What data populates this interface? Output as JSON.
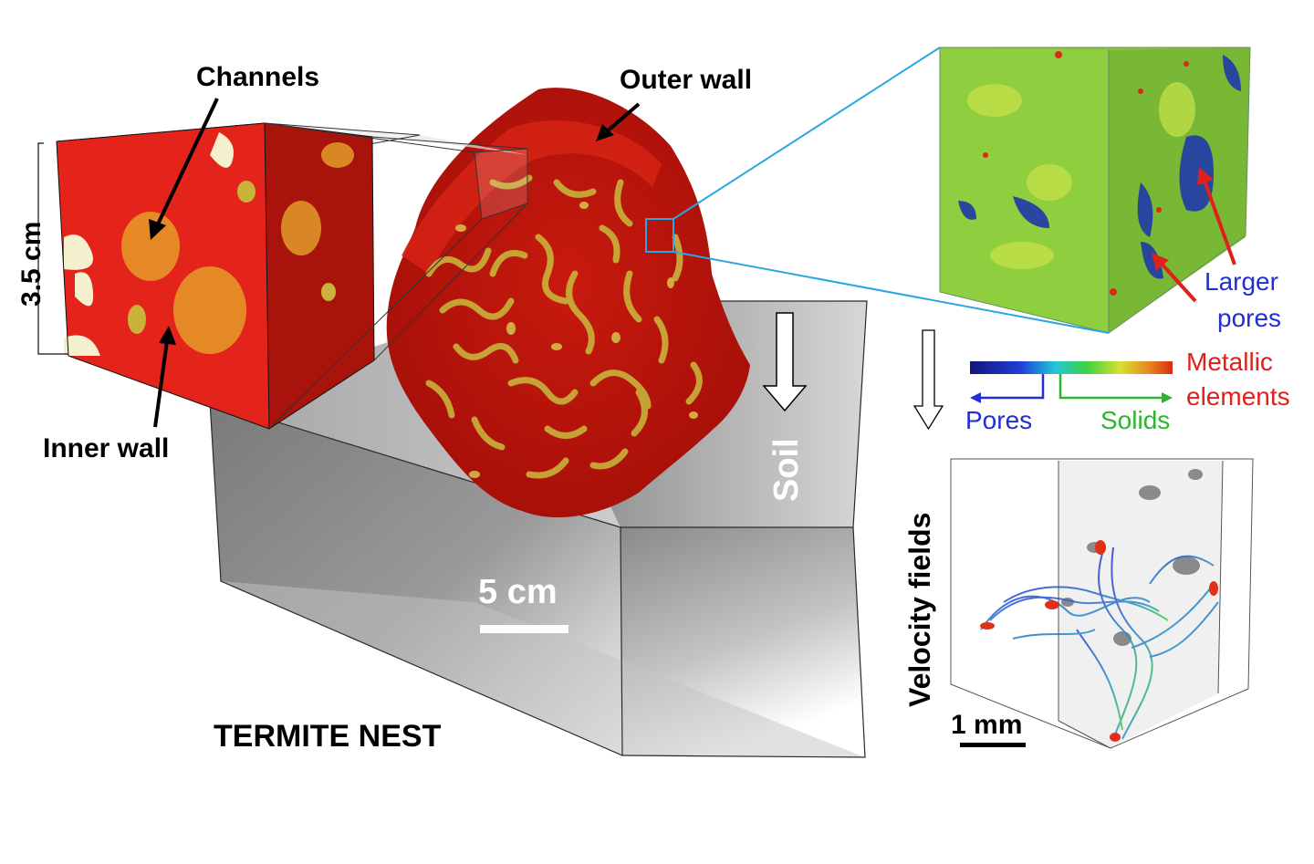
{
  "labels": {
    "channels": "Channels",
    "outer_wall": "Outer wall",
    "inner_wall": "Inner wall",
    "height_dim": "3.5 cm",
    "scale_main": "5 cm",
    "soil": "Soil",
    "title": "TERMITE NEST",
    "larger_pores_1": "Larger",
    "larger_pores_2": "pores",
    "metallic_1": "Metallic",
    "metallic_2": "elements",
    "pores": "Pores",
    "solids": "Solids",
    "velocity_fields": "Velocity fields",
    "scale_micro": "1 mm"
  },
  "colors": {
    "nest_red": "#d41f10",
    "dark_red": "#9c0e08",
    "channel_yellow": "#c9b23a",
    "cube_green": "#8ccd3a",
    "pore_blue": "#1f3aa8",
    "pores_label": "#1f2fd0",
    "solids_label": "#2db52d",
    "metal_label": "#e0201a",
    "zoom_line": "#2aa7e0",
    "colorbar": [
      "#14147a",
      "#1f3fd8",
      "#22c6d8",
      "#3fd23f",
      "#d8e030",
      "#e88a22",
      "#d82a14"
    ]
  }
}
